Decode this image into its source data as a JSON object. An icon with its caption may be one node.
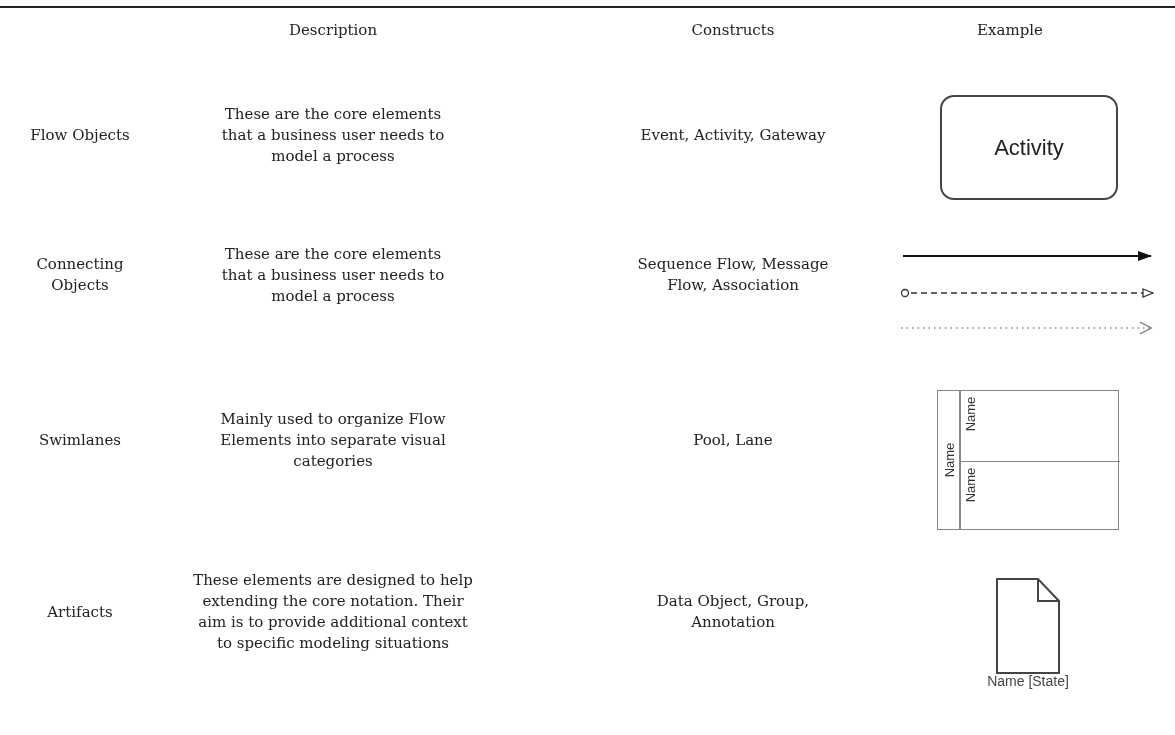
{
  "diagram": {
    "nodes": [
      {
        "text": [
          "Activity"
        ]
      },
      {
        "text": [
          "Name"
        ]
      },
      {
        "text": [
          "Name"
        ],
        "in": 1
      },
      {
        "text": [
          "Name"
        ],
        "in": 1
      },
      {
        "text": [
          "Name [State]"
        ]
      }
    ],
    "labels": [
      "Description",
      "Constructs",
      "Example",
      "Flow Objects",
      "These are the core elements that a business user needs to model a process",
      "Event, Activity, Gateway",
      "Connecting Objects",
      "These are the core elements that a business user needs to model a process",
      "Sequence Flow, Message Flow, Association",
      "Swimlanes",
      "Mainly used to organize Flow Elements into separate visual categories",
      "Pool, Lane",
      "Artifacts",
      "These elements are designed to help extending the core notation. Their aim is to provide additional context to specific modeling situations",
      "Data Object, Group, Annotation"
    ]
  }
}
